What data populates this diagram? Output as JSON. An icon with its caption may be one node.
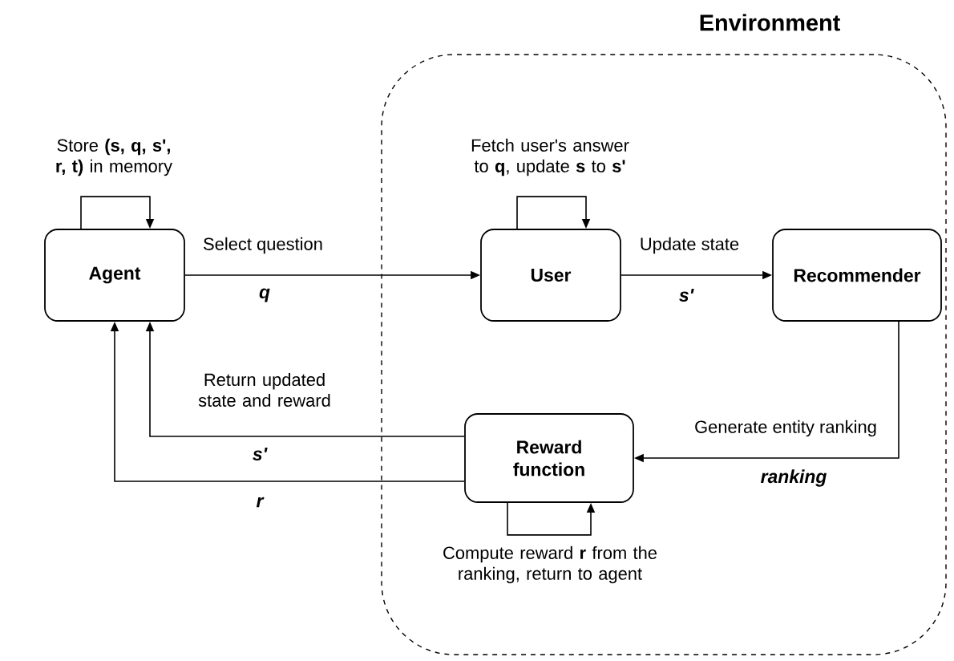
{
  "diagram": {
    "nodes": [
      {
        "text": [
          "Environment"
        ]
      },
      {
        "text": [
          "Agent"
        ]
      },
      {
        "text": [
          "User"
        ],
        "in": 0
      },
      {
        "text": [
          "Recommender"
        ],
        "in": 0
      },
      {
        "text": [
          "Reward function"
        ],
        "in": 0
      }
    ],
    "edges": [
      {
        "from": 1,
        "to": 1,
        "arrow": "to",
        "label": "Store **(s, q, s', r, t)** in memory"
      },
      {
        "from": 1,
        "to": 2,
        "arrow": "to",
        "label": "Select question"
      },
      {
        "from": 2,
        "to": 2,
        "arrow": "to",
        "label": "Fetch user's answer to **q**, update **s** to **s'**"
      },
      {
        "from": 2,
        "to": 3,
        "arrow": "to",
        "label": "Update state"
      },
      {
        "from": 3,
        "to": 4,
        "arrow": "to",
        "label": "Generate entity ranking"
      },
      {
        "from": 4,
        "to": 4,
        "arrow": "to",
        "label": "Compute reward **r** from the ranking, return to agent"
      },
      {
        "from": 4,
        "to": 1,
        "arrow": "to",
        "label": "Return updated state and reward"
      },
      {
        "from": 4,
        "to": 1,
        "arrow": "to"
      }
    ],
    "labels": [
      "q",
      "s'",
      "ranking",
      "s'",
      "r"
    ]
  }
}
